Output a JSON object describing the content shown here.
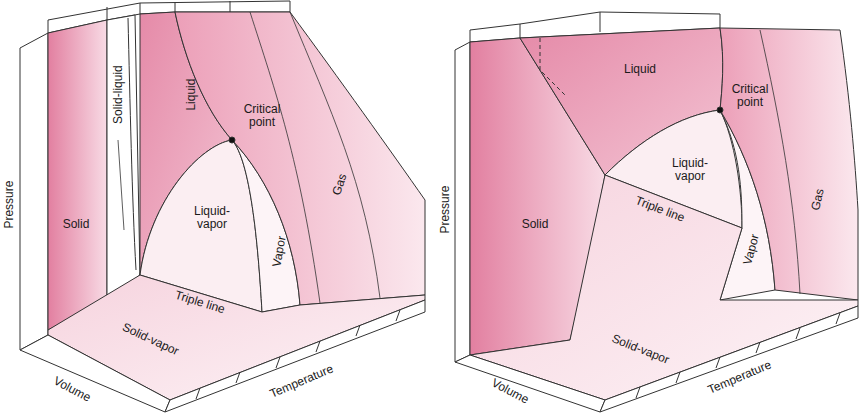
{
  "diagram": {
    "labels": [
      "Solid",
      "Solid-liquid",
      "Liquid",
      "Critical point",
      "Liquid-vapor",
      "Vapor",
      "Triple line",
      "Solid-vapor",
      "Gas",
      "Pressure",
      "Volume",
      "Temperature",
      "Solid",
      "Liquid",
      "Critical point",
      "Liquid-vapor",
      "Triple line",
      "Vapor",
      "Solid-vapor",
      "Gas",
      "Pressure",
      "Volume",
      "Temperature"
    ]
  }
}
